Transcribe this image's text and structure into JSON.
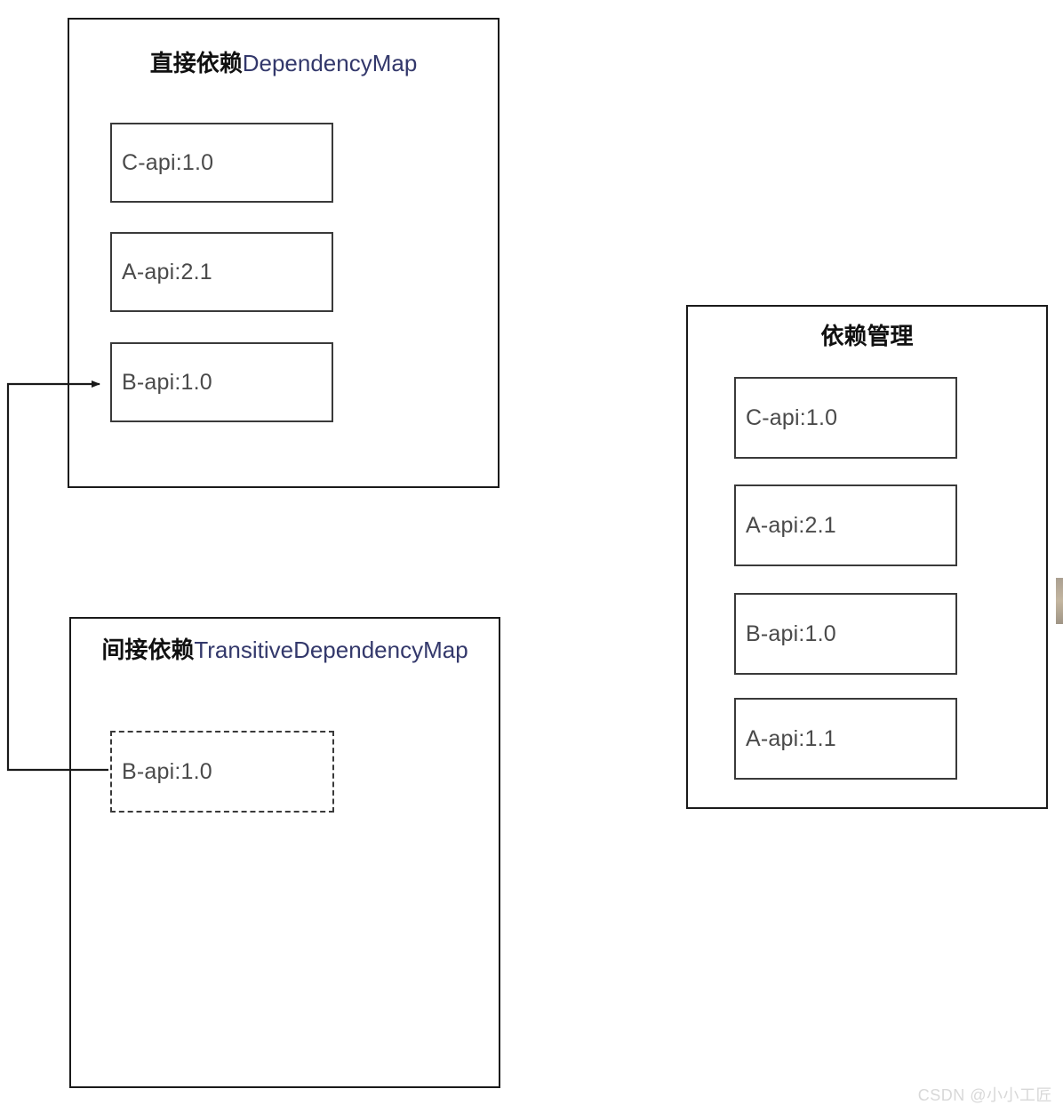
{
  "diagram": {
    "title_direct_cjk": "直接依赖",
    "title_direct_latin": "DependencyMap",
    "title_transitive_cjk": "间接依赖",
    "title_transitive_latin": "TransitiveDependencyMap",
    "title_management": "依赖管理",
    "accent_latin_color": "#33386b",
    "box_border_color": "#3a3a3a",
    "panel_border_color": "#1a1a1a"
  },
  "direct_dependency_map": {
    "items": [
      {
        "label": "C-api:1.0"
      },
      {
        "label": "A-api:2.1"
      },
      {
        "label": "B-api:1.0"
      }
    ]
  },
  "transitive_dependency_map": {
    "items": [
      {
        "label": "B-api:1.0",
        "style": "dashed"
      }
    ]
  },
  "dependency_management": {
    "items": [
      {
        "label": "C-api:1.0"
      },
      {
        "label": "A-api:2.1"
      },
      {
        "label": "B-api:1.0"
      },
      {
        "label": "A-api:1.1"
      }
    ]
  },
  "connector": {
    "name": "transitive-to-direct-arrow",
    "from": "transitive B-api:1.0",
    "to": "direct B-api:1.0"
  },
  "watermark": {
    "text": "CSDN @小小工匠"
  }
}
